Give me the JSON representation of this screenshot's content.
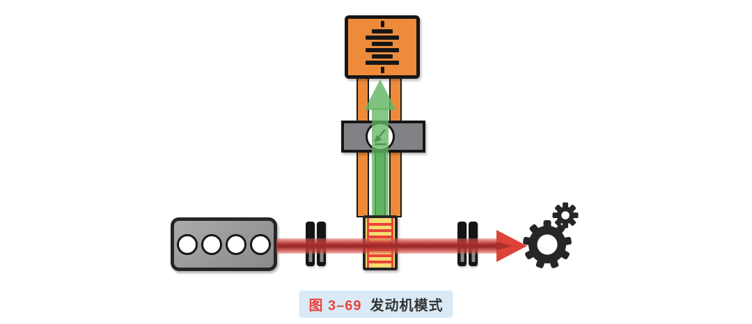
{
  "figure": {
    "caption": {
      "number": "图 3–69",
      "title": "发动机模式",
      "number_color": "#E8433F",
      "title_color": "#333333",
      "background_color": "#D9EAF6"
    },
    "components": {
      "battery": {
        "icon": "battery-cells-icon",
        "fill": "#ED8B3B",
        "border": "#161616"
      },
      "machine_unit": {
        "icon": "circle-arrow-machine-icon",
        "fill": "#808285",
        "border": "#161616"
      },
      "transmission_unit": {
        "icon": "ladder-stripe-box-icon",
        "fill": "#F7DC6F",
        "stripe_color": "#E8423A"
      },
      "engine": {
        "icon": "four-cylinder-engine-icon",
        "fill": "#9A9A9C",
        "cylinder_count": 4
      },
      "drive_gears": {
        "icon": "gear-icon",
        "fill": "#262626",
        "gear_count": 2
      },
      "couplings": {
        "icon": "double-bar-coupling-icon",
        "count": 2,
        "fill": "#141414"
      },
      "battery_wires": {
        "count": 2,
        "color": "#ED8B3B"
      },
      "machine_wire": {
        "count": 1,
        "color": "#4CAF50"
      }
    },
    "flows": [
      {
        "name": "engine-to-gears-mechanical-flow",
        "color": "#9E2B29",
        "direction": "right"
      },
      {
        "name": "charge-to-battery-electrical-flow",
        "color": "#64B664",
        "direction": "up"
      }
    ]
  }
}
